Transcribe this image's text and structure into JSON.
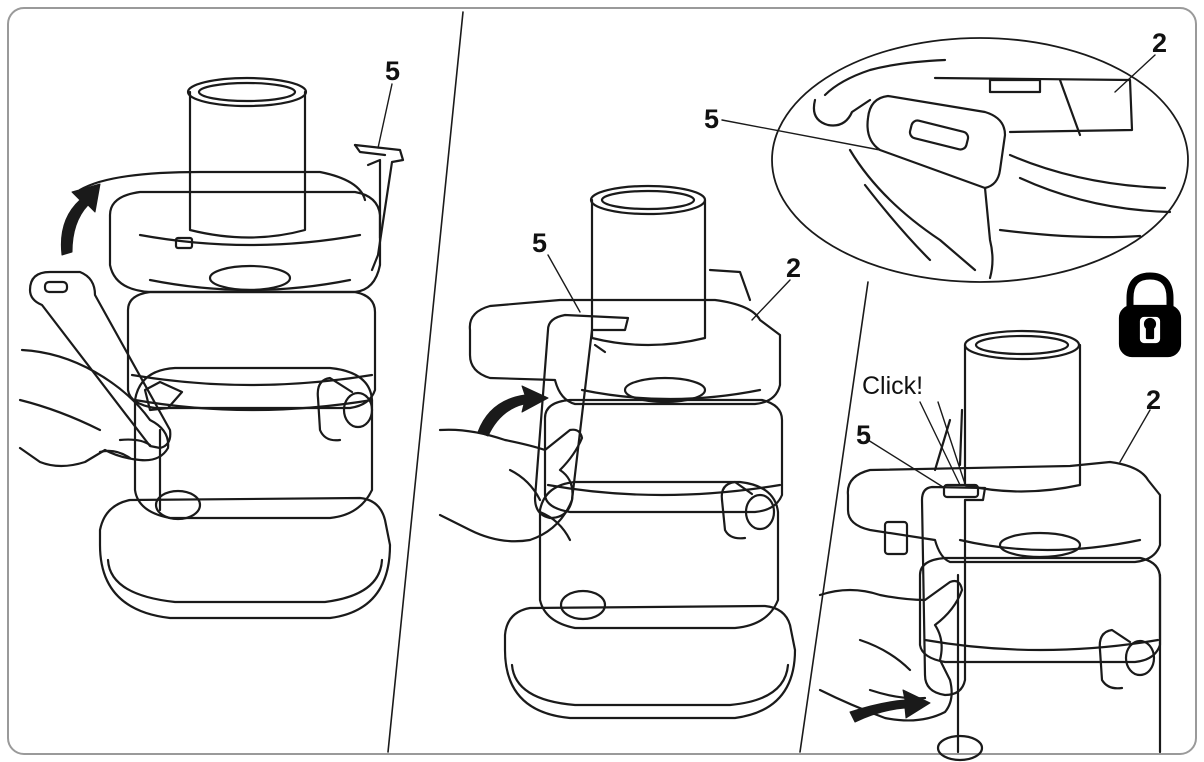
{
  "panels": [
    {
      "callouts": [
        "5"
      ]
    },
    {
      "callouts": [
        "5",
        "2"
      ]
    },
    {
      "callouts": [
        "2",
        "5",
        "2",
        "5"
      ],
      "click_text": "Click!"
    }
  ],
  "icons": [
    "curved-arrow-icon",
    "lock-icon"
  ],
  "colors": {
    "line": "#1a1a1a",
    "background": "#ffffff",
    "lock": "#000000"
  }
}
